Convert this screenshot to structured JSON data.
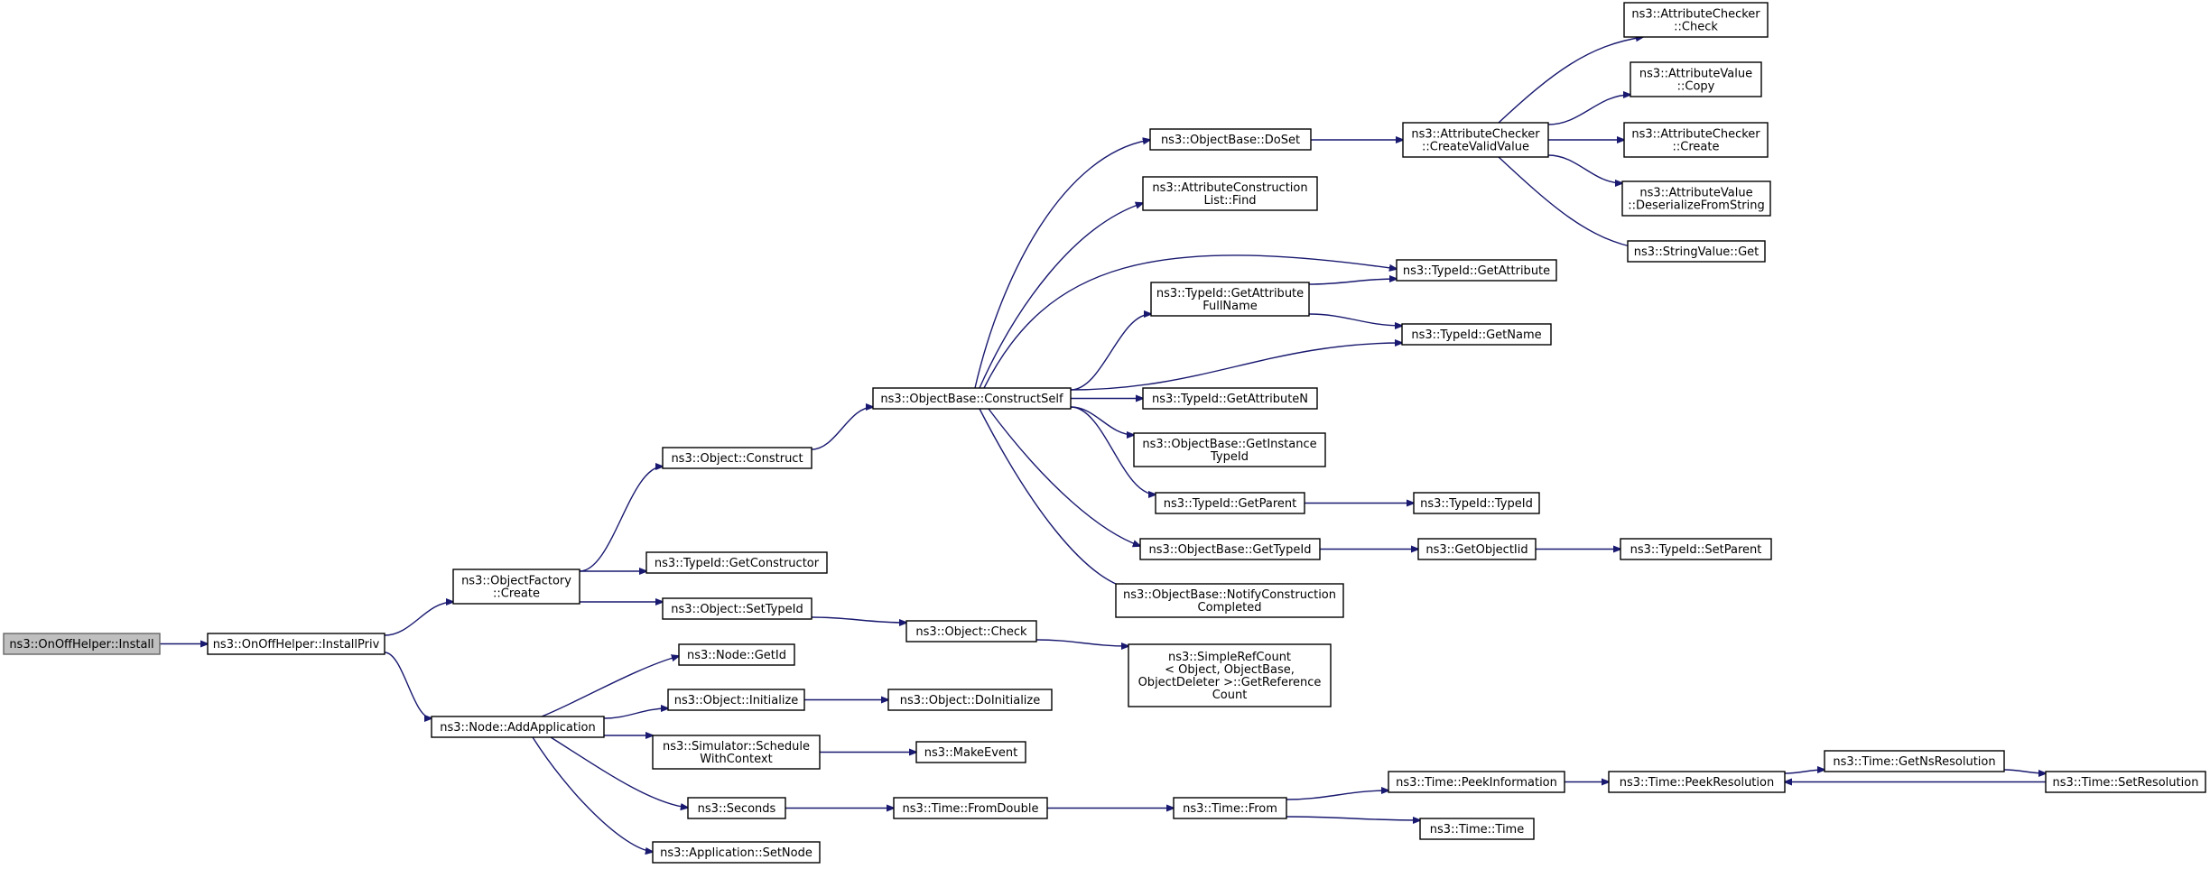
{
  "graph": {
    "colors": {
      "edge": "#191970",
      "root_fill": "#bfbfbf",
      "node_fill": "#ffffff",
      "node_border": "#000000"
    },
    "nodes": [
      {
        "id": "install",
        "lines": [
          "ns3::OnOffHelper::Install"
        ],
        "root": true
      },
      {
        "id": "installpriv",
        "lines": [
          "ns3::OnOffHelper::InstallPriv"
        ]
      },
      {
        "id": "objfactory_create",
        "lines": [
          "ns3::ObjectFactory",
          "::Create"
        ]
      },
      {
        "id": "node_addapp",
        "lines": [
          "ns3::Node::AddApplication"
        ]
      },
      {
        "id": "object_construct",
        "lines": [
          "ns3::Object::Construct"
        ]
      },
      {
        "id": "typeid_getconstructor",
        "lines": [
          "ns3::TypeId::GetConstructor"
        ]
      },
      {
        "id": "object_settypeid",
        "lines": [
          "ns3::Object::SetTypeId"
        ]
      },
      {
        "id": "node_getid",
        "lines": [
          "ns3::Node::GetId"
        ]
      },
      {
        "id": "object_initialize",
        "lines": [
          "ns3::Object::Initialize"
        ]
      },
      {
        "id": "sim_schedule",
        "lines": [
          "ns3::Simulator::Schedule",
          "WithContext"
        ]
      },
      {
        "id": "seconds",
        "lines": [
          "ns3::Seconds"
        ]
      },
      {
        "id": "app_setnode",
        "lines": [
          "ns3::Application::SetNode"
        ]
      },
      {
        "id": "objbase_constructself",
        "lines": [
          "ns3::ObjectBase::ConstructSelf"
        ]
      },
      {
        "id": "object_check",
        "lines": [
          "ns3::Object::Check"
        ]
      },
      {
        "id": "object_doinit",
        "lines": [
          "ns3::Object::DoInitialize"
        ]
      },
      {
        "id": "makeevent",
        "lines": [
          "ns3::MakeEvent"
        ]
      },
      {
        "id": "time_fromdouble",
        "lines": [
          "ns3::Time::FromDouble"
        ]
      },
      {
        "id": "objbase_doset",
        "lines": [
          "ns3::ObjectBase::DoSet"
        ]
      },
      {
        "id": "attrconst_find",
        "lines": [
          "ns3::AttributeConstruction",
          "List::Find"
        ]
      },
      {
        "id": "typeid_getattrfullname",
        "lines": [
          "ns3::TypeId::GetAttribute",
          "FullName"
        ]
      },
      {
        "id": "typeid_getattrn",
        "lines": [
          "ns3::TypeId::GetAttributeN"
        ]
      },
      {
        "id": "objbase_getinstancetypeid",
        "lines": [
          "ns3::ObjectBase::GetInstance",
          "TypeId"
        ]
      },
      {
        "id": "typeid_getparent",
        "lines": [
          "ns3::TypeId::GetParent"
        ]
      },
      {
        "id": "objbase_gettypeid",
        "lines": [
          "ns3::ObjectBase::GetTypeId"
        ]
      },
      {
        "id": "objbase_notify",
        "lines": [
          "ns3::ObjectBase::NotifyConstruction",
          "Completed"
        ]
      },
      {
        "id": "simplerefcount",
        "lines": [
          "ns3::SimpleRefCount",
          "< Object, ObjectBase,",
          "ObjectDeleter >::GetReference",
          "Count"
        ]
      },
      {
        "id": "time_from",
        "lines": [
          "ns3::Time::From"
        ]
      },
      {
        "id": "attrchecker_createvalid",
        "lines": [
          "ns3::AttributeChecker",
          "::CreateValidValue"
        ]
      },
      {
        "id": "typeid_getattribute",
        "lines": [
          "ns3::TypeId::GetAttribute"
        ]
      },
      {
        "id": "typeid_getname",
        "lines": [
          "ns3::TypeId::GetName"
        ]
      },
      {
        "id": "typeid_typeid",
        "lines": [
          "ns3::TypeId::TypeId"
        ]
      },
      {
        "id": "getobjectiid",
        "lines": [
          "ns3::GetObjectIid"
        ]
      },
      {
        "id": "time_peekinfo",
        "lines": [
          "ns3::Time::PeekInformation"
        ]
      },
      {
        "id": "time_time",
        "lines": [
          "ns3::Time::Time"
        ]
      },
      {
        "id": "attrchecker_check",
        "lines": [
          "ns3::AttributeChecker",
          "::Check"
        ]
      },
      {
        "id": "attrvalue_copy",
        "lines": [
          "ns3::AttributeValue",
          "::Copy"
        ]
      },
      {
        "id": "attrchecker_create",
        "lines": [
          "ns3::AttributeChecker",
          "::Create"
        ]
      },
      {
        "id": "attrvalue_deser",
        "lines": [
          "ns3::AttributeValue",
          "::DeserializeFromString"
        ]
      },
      {
        "id": "stringvalue_get",
        "lines": [
          "ns3::StringValue::Get"
        ]
      },
      {
        "id": "typeid_setparent",
        "lines": [
          "ns3::TypeId::SetParent"
        ]
      },
      {
        "id": "time_peekres",
        "lines": [
          "ns3::Time::PeekResolution"
        ]
      },
      {
        "id": "time_getnsres",
        "lines": [
          "ns3::Time::GetNsResolution"
        ]
      },
      {
        "id": "time_setres",
        "lines": [
          "ns3::Time::SetResolution"
        ]
      }
    ],
    "edges": [
      [
        "install",
        "installpriv"
      ],
      [
        "installpriv",
        "objfactory_create"
      ],
      [
        "installpriv",
        "node_addapp"
      ],
      [
        "objfactory_create",
        "object_construct"
      ],
      [
        "objfactory_create",
        "typeid_getconstructor"
      ],
      [
        "objfactory_create",
        "object_settypeid"
      ],
      [
        "object_construct",
        "objbase_constructself"
      ],
      [
        "object_settypeid",
        "object_check"
      ],
      [
        "object_check",
        "simplerefcount"
      ],
      [
        "node_addapp",
        "node_getid"
      ],
      [
        "node_addapp",
        "object_initialize"
      ],
      [
        "node_addapp",
        "sim_schedule"
      ],
      [
        "node_addapp",
        "seconds"
      ],
      [
        "node_addapp",
        "app_setnode"
      ],
      [
        "object_initialize",
        "object_doinit"
      ],
      [
        "sim_schedule",
        "makeevent"
      ],
      [
        "seconds",
        "time_fromdouble"
      ],
      [
        "time_fromdouble",
        "time_from"
      ],
      [
        "time_from",
        "time_peekinfo"
      ],
      [
        "time_from",
        "time_time"
      ],
      [
        "time_peekinfo",
        "time_peekres"
      ],
      [
        "time_peekres",
        "time_getnsres"
      ],
      [
        "time_getnsres",
        "time_setres"
      ],
      [
        "time_setres",
        "time_peekres"
      ],
      [
        "objbase_constructself",
        "objbase_doset"
      ],
      [
        "objbase_constructself",
        "attrconst_find"
      ],
      [
        "objbase_constructself",
        "typeid_getattribute"
      ],
      [
        "objbase_constructself",
        "typeid_getattrfullname"
      ],
      [
        "objbase_constructself",
        "typeid_getname"
      ],
      [
        "objbase_constructself",
        "typeid_getattrn"
      ],
      [
        "objbase_constructself",
        "objbase_getinstancetypeid"
      ],
      [
        "objbase_constructself",
        "typeid_getparent"
      ],
      [
        "objbase_constructself",
        "objbase_gettypeid"
      ],
      [
        "objbase_constructself",
        "objbase_notify"
      ],
      [
        "objbase_doset",
        "attrchecker_createvalid"
      ],
      [
        "typeid_getattrfullname",
        "typeid_getattribute"
      ],
      [
        "typeid_getattrfullname",
        "typeid_getname"
      ],
      [
        "typeid_getparent",
        "typeid_typeid"
      ],
      [
        "objbase_gettypeid",
        "getobjectiid"
      ],
      [
        "getobjectiid",
        "typeid_setparent"
      ],
      [
        "attrchecker_createvalid",
        "attrchecker_check"
      ],
      [
        "attrchecker_createvalid",
        "attrvalue_copy"
      ],
      [
        "attrchecker_createvalid",
        "attrchecker_create"
      ],
      [
        "attrchecker_createvalid",
        "attrvalue_deser"
      ],
      [
        "attrchecker_createvalid",
        "stringvalue_get"
      ]
    ]
  }
}
